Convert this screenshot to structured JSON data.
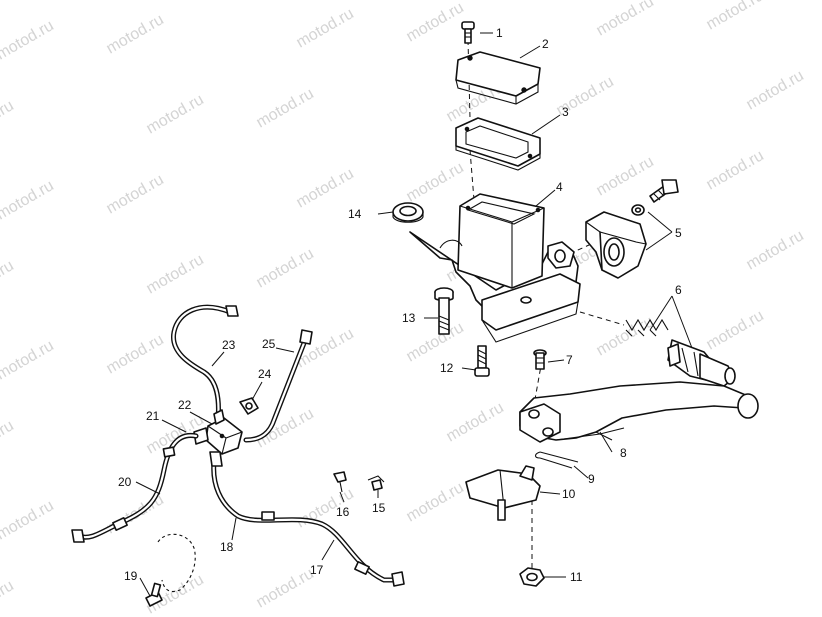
{
  "watermark": "motod.ru",
  "callouts": [
    "1",
    "2",
    "3",
    "4",
    "5",
    "6",
    "7",
    "8",
    "9",
    "10",
    "11",
    "12",
    "13",
    "14",
    "15",
    "16",
    "17",
    "18",
    "19",
    "20",
    "21",
    "22",
    "23",
    "24",
    "25"
  ],
  "colors": {
    "line": "#111111",
    "background": "#ffffff",
    "watermark": "#d4d4d4"
  }
}
